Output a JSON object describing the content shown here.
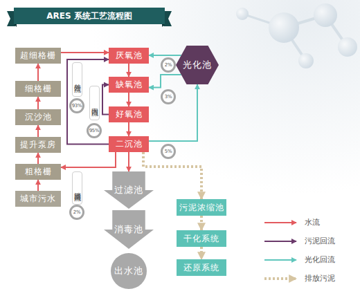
{
  "diagram": {
    "title": "ARES 系统工艺流程图",
    "nodes": [
      {
        "text": [
          "超细格栅"
        ]
      },
      {
        "text": [
          "细格栅"
        ]
      },
      {
        "text": [
          "沉沙池"
        ]
      },
      {
        "text": [
          "提升泵房"
        ]
      },
      {
        "text": [
          "粗格栅"
        ]
      },
      {
        "text": [
          "城市污水"
        ]
      },
      {
        "text": [
          "厌氧池"
        ]
      },
      {
        "text": [
          "缺氧池"
        ]
      },
      {
        "text": [
          "好氧池"
        ]
      },
      {
        "text": [
          "二沉池"
        ]
      },
      {
        "text": [
          "光化池"
        ]
      },
      {
        "text": [
          "过滤池"
        ]
      },
      {
        "text": [
          "消毒池"
        ]
      },
      {
        "text": [
          "出水池"
        ]
      },
      {
        "text": [
          "污泥浓缩池"
        ]
      },
      {
        "text": [
          "干化系统"
        ]
      },
      {
        "text": [
          "还原系统"
        ]
      }
    ],
    "edges": [
      {
        "from": 5,
        "to": 4,
        "arrow": "to"
      },
      {
        "from": 4,
        "to": 3,
        "arrow": "to"
      },
      {
        "from": 3,
        "to": 2,
        "arrow": "to"
      },
      {
        "from": 2,
        "to": 1,
        "arrow": "to"
      },
      {
        "from": 1,
        "to": 0,
        "arrow": "to"
      },
      {
        "from": 0,
        "to": 6,
        "arrow": "to"
      },
      {
        "from": 6,
        "to": 7,
        "arrow": "to"
      },
      {
        "from": 7,
        "to": 8,
        "arrow": "to"
      },
      {
        "from": 8,
        "to": 9,
        "arrow": "to"
      },
      {
        "from": 9,
        "to": 11,
        "arrow": "to"
      },
      {
        "from": 9,
        "to": 6,
        "label": "外回流",
        "arrow": "to"
      },
      {
        "from": 8,
        "to": 7,
        "label": "内回流",
        "arrow": "to"
      },
      {
        "from": 9,
        "to": 4,
        "label": "消臭回流",
        "arrow": "to"
      },
      {
        "from": 9,
        "to": 10,
        "label": "5%",
        "arrow": "to"
      },
      {
        "from": 10,
        "to": 6,
        "label": "2%",
        "arrow": "to"
      },
      {
        "from": 10,
        "to": 7,
        "label": "3%",
        "arrow": "to"
      },
      {
        "from": 9,
        "to": 14,
        "arrow": "to"
      },
      {
        "from": 14,
        "to": 15,
        "arrow": "to"
      },
      {
        "from": 15,
        "to": 16,
        "arrow": "to"
      }
    ],
    "labels": [
      "93%",
      "95%",
      "2%"
    ],
    "legend": [
      {
        "text": "水流"
      },
      {
        "text": "污泥回流"
      },
      {
        "text": "光化回流"
      },
      {
        "text": "排放污泥"
      }
    ]
  }
}
